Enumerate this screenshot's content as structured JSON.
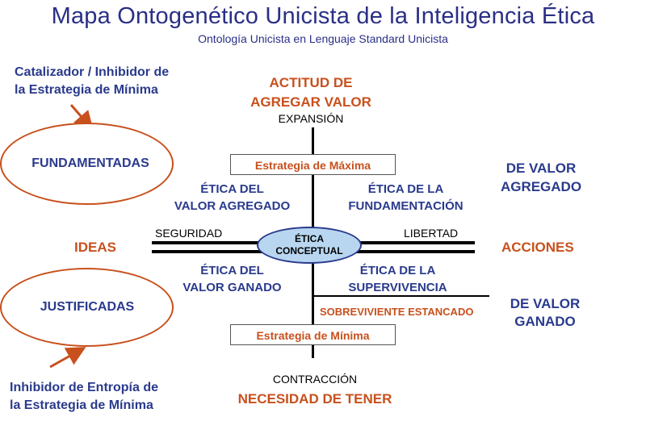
{
  "header": {
    "title": "Mapa Ontogenético Unicista de la Inteligencia Ética",
    "subtitle": "Ontología Unicista en Lenguaje Standard Unicista"
  },
  "left": {
    "catalyst_line1": "Catalizador / Inhibidor de",
    "catalyst_line2": "la Estrategia de Mínima",
    "fundamentadas": "FUNDAMENTADAS",
    "ideas": "IDEAS",
    "justificadas": "JUSTIFICADAS",
    "inhibitor_line1": "Inhibidor de Entropía de",
    "inhibitor_line2": "la Estrategia de Mínima"
  },
  "top": {
    "actitud_line1": "ACTITUD DE",
    "actitud_line2": "AGREGAR VALOR",
    "expansion": "EXPANSIÓN",
    "estrategia_maxima": "Estrategia de Máxima"
  },
  "quadrants": {
    "ul_line1": "ÉTICA DEL",
    "ul_line2": "VALOR AGREGADO",
    "ur_line1": "ÉTICA DE LA",
    "ur_line2": "FUNDAMENTACIÓN",
    "ll_line1": "ÉTICA DEL",
    "ll_line2": "VALOR GANADO",
    "lr_line1": "ÉTICA DE LA",
    "lr_line2": "SUPERVIVENCIA"
  },
  "axis": {
    "seguridad": "SEGURIDAD",
    "libertad": "LIBERTAD",
    "center_line1": "ÉTICA",
    "center_line2": "CONCEPTUAL"
  },
  "right": {
    "de_valor_agregado_line1": "DE VALOR",
    "de_valor_agregado_line2": "AGREGADO",
    "acciones": "ACCIONES",
    "sobreviviente": "SOBREVIVIENTE ESTANCADO",
    "de_valor_ganado_line1": "DE VALOR",
    "de_valor_ganado_line2": "GANADO"
  },
  "bottom": {
    "estrategia_minima": "Estrategia de Mínima",
    "contraccion": "CONTRACCIÓN",
    "necesidad": "NECESIDAD DE TENER"
  },
  "colors": {
    "title_blue": "#2a2f86",
    "label_blue": "#2a3a8c",
    "accent_orange": "#c8501c",
    "center_fill": "#b8d6f0"
  }
}
